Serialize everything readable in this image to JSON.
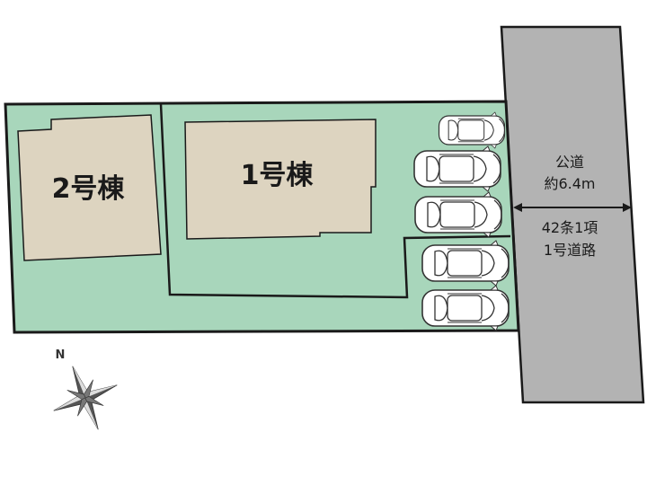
{
  "colors": {
    "lot_fill": "#a8d6bb",
    "building_fill": "#ddd4c0",
    "road_fill": "#b3b3b3",
    "outline": "#1a1a1a",
    "car_body": "#ffffff"
  },
  "buildings": {
    "building_2": "2号棟",
    "building_1": "1号棟"
  },
  "road": {
    "name": "公道",
    "width": "約6.4m",
    "classification_line1": "42条1項",
    "classification_line2": "1号道路"
  },
  "compass": {
    "north": "N"
  },
  "parking": {
    "car_count": 5,
    "icon": "car-icon"
  }
}
